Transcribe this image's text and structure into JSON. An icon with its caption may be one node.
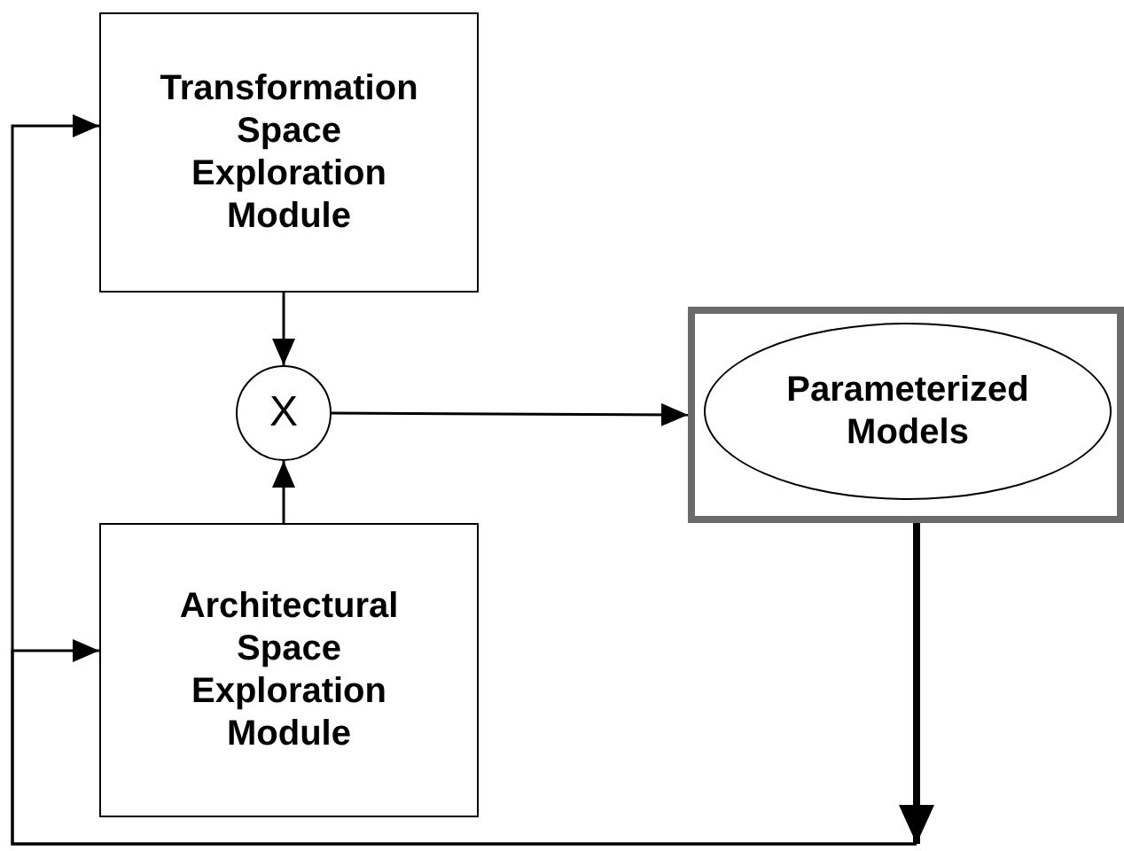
{
  "diagram": {
    "nodes": [
      {
        "text": [
          "Transformation Space Exploration Module"
        ]
      },
      {
        "text": [
          "X"
        ]
      },
      {
        "text": [],
        "shape": "box"
      },
      {
        "text": [
          "Parameterized Models"
        ],
        "in": 2
      },
      {
        "text": [
          "Architectural Space Exploration Module"
        ]
      }
    ],
    "edges": [
      {
        "from": 0,
        "to": 1,
        "arrow": "to"
      },
      {
        "from": 4,
        "to": 1,
        "arrow": "to"
      },
      {
        "from": 1,
        "to": 2,
        "arrow": "to"
      },
      {
        "from": 2,
        "to": null,
        "arrow": "to",
        "style": "thick"
      },
      {
        "from": null,
        "to": 0,
        "arrow": "to"
      },
      {
        "from": null,
        "to": 4,
        "arrow": "to"
      }
    ]
  }
}
